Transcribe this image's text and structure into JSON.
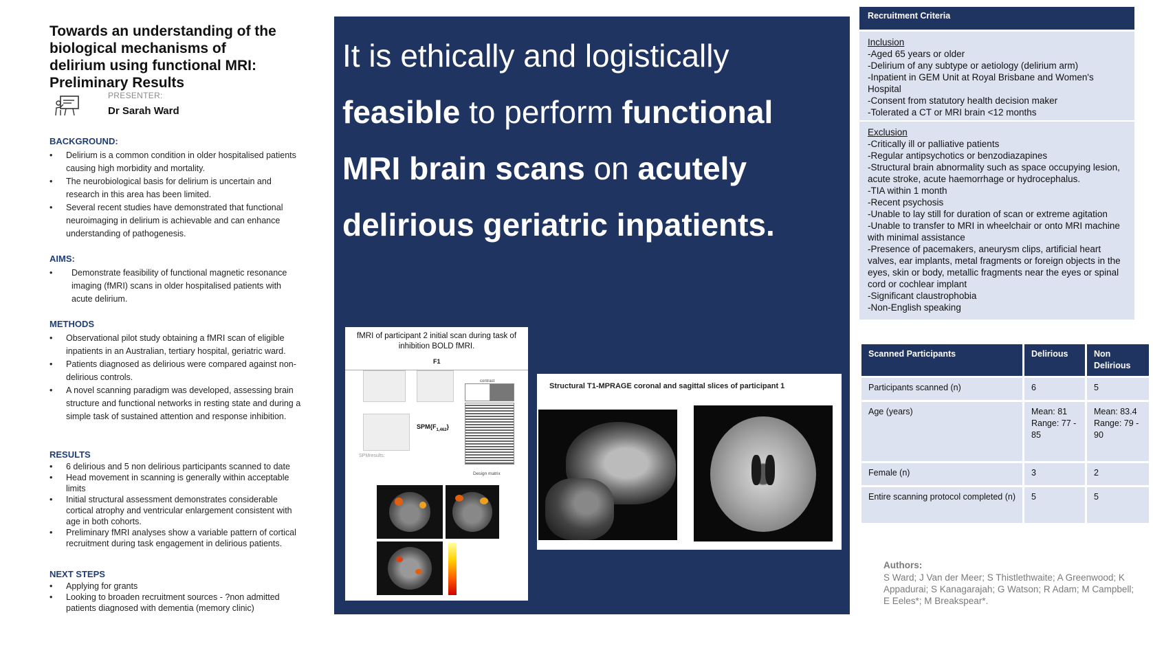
{
  "title": "Towards an understanding of the biological mechanisms of delirium using functional MRI: Preliminary Results",
  "presenter": {
    "label": "PRESENTER:",
    "name": "Dr Sarah Ward",
    "icon": "presenter-icon"
  },
  "background": {
    "heading": "BACKGROUND:",
    "items": [
      "Delirium is a common condition in older hospitalised patients causing high morbidity and mortality.",
      "The neurobiological basis for delirium is uncertain and research in this area has been limited.",
      "Several recent studies have demonstrated that functional neuroimaging in delirium is achievable and can enhance understanding of pathogenesis."
    ]
  },
  "aims": {
    "heading": "AIMS:",
    "items": [
      "Demonstrate feasibility of functional magnetic resonance imaging (fMRI) scans in older hospitalised patients with acute delirium."
    ]
  },
  "methods": {
    "heading": "METHODS",
    "items": [
      "Observational pilot study obtaining a fMRI scan of eligible inpatients in an Australian, tertiary hospital, geriatric ward.",
      "Patients diagnosed as delirious were compared against non-delirious controls.",
      "A novel scanning paradigm was developed, assessing brain structure and functional networks in resting state and during a simple task of sustained attention and response inhibition."
    ]
  },
  "results": {
    "heading": "RESULTS",
    "items": [
      "6 delirious and 5 non delirious participants scanned to date",
      "Head movement in scanning is generally within acceptable limits",
      "Initial structural assessment demonstrates considerable cortical atrophy and ventricular enlargement consistent with age in both cohorts.",
      "Preliminary fMRI analyses show a variable pattern of cortical recruitment during task engagement in delirious patients."
    ]
  },
  "next_steps": {
    "heading": "NEXT STEPS",
    "items": [
      "Applying for grants",
      "Looking to broaden recruitment sources - ?non admitted patients diagnosed with dementia (memory clinic)"
    ]
  },
  "headline": {
    "p1": "It is ethically and logistically",
    "b1": "feasible",
    "p2": " to perform ",
    "b2": "functional MRI brain scans",
    "p3": " on ",
    "b3": "acutely delirious geriatric inpatients."
  },
  "fmri_figure": {
    "caption": "fMRI of participant 2 initial scan during task of inhibition BOLD fMRI.",
    "f1": "F1",
    "contrast": "contrast",
    "spm": "SPM{F",
    "spm_sub": "1,462",
    "spm_close": "}",
    "spm_results": "SPMresults:",
    "design_matrix": "Design matrix"
  },
  "struct_figure": {
    "caption": "Structural T1-MPRAGE coronal and sagittal slices of participant 1"
  },
  "recruitment": {
    "heading": "Recruitment Criteria",
    "inclusion_heading": "Inclusion",
    "inclusion": [
      "-Aged 65 years or older",
      "-Delirium of any subtype or aetiology (delirium arm)",
      "-Inpatient in GEM Unit at Royal Brisbane and Women's Hospital",
      "-Consent from statutory health decision maker",
      "-Tolerated a CT or MRI brain <12 months"
    ],
    "exclusion_heading": "Exclusion",
    "exclusion": [
      "-Critically ill or palliative patients",
      "-Regular antipsychotics or benzodiazapines",
      "-Structural brain abnormality such as space occupying lesion, acute stroke, acute haemorrhage or hydrocephalus.",
      "-TIA within 1 month",
      "-Recent  psychosis",
      "-Unable to lay still for duration of scan or extreme agitation",
      "-Unable to transfer to MRI in wheelchair or onto MRI machine with minimal assistance",
      "-Presence of pacemakers, aneurysm clips, artificial heart valves, ear implants, metal fragments or foreign objects in the eyes, skin or body, metallic fragments near the eyes or spinal cord or cochlear implant",
      "-Significant claustrophobia",
      "-Non-English speaking"
    ]
  },
  "scanned_table": {
    "headers": [
      "Scanned Participants",
      "Delirious",
      "Non Delirious"
    ],
    "rows": [
      [
        "Participants scanned (n)",
        "6",
        "5"
      ],
      [
        "Age (years)",
        "Mean: 81\nRange: 77 - 85",
        "Mean: 83.4\nRange: 79 - 90"
      ],
      [
        "Female (n)",
        "3",
        "2"
      ],
      [
        "Entire scanning protocol completed (n)",
        "5",
        "5"
      ]
    ]
  },
  "authors": {
    "heading": "Authors:",
    "text": "S Ward; J Van der Meer; S Thistlethwaite; A Greenwood; K Appadurai; S Kanagarajah; G Watson; R Adam; M Campbell; E Eeles*; M Breakspear*."
  },
  "colors": {
    "navy": "#1f3461",
    "light_panel": "#dde2f1",
    "heading_blue": "#1f3e78"
  }
}
